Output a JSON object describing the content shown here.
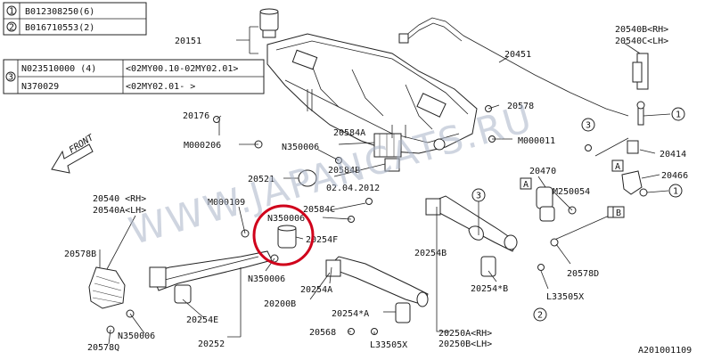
{
  "legend": {
    "rows": [
      {
        "num": "1",
        "text": "B012308250(6)"
      },
      {
        "num": "2",
        "text": "B016710553(2)"
      }
    ],
    "row3": {
      "num": "3",
      "line1_part": "N023510000 (4)",
      "line1_range": "<02MY00.10-02MY02.01>",
      "line2_part": "N370029",
      "line2_range": "<02MY02.01-     >"
    }
  },
  "labels": {
    "p20151": "20151",
    "p20176": "20176",
    "m000206": "M000206",
    "n350006_top": "N350006",
    "p20584a": "20584A",
    "p20584b": "20584B",
    "p20521": "20521",
    "p20584c": "20584C",
    "n350006_mid": "N350006",
    "p20254f": "20254F",
    "m000109": "M000109",
    "p20540": "20540 <RH>",
    "p20540a": "20540A<LH>",
    "p20578b": "20578B",
    "n350006_low": "N350006",
    "p20254a": "20254A",
    "p20200b": "20200B",
    "p20254e": "20254E",
    "n350006_bot": "N350006",
    "p20578q": "20578Q",
    "p20252": "20252",
    "p20254star_a": "20254*A",
    "p20568": "20568",
    "l33505x_bot": "L33505X",
    "p20250a": "20250A<RH>",
    "p20250b": "20250B<LH>",
    "p20254b": "20254B",
    "p20254star_b": "20254*B",
    "l33505x_right": "L33505X",
    "p20578d": "20578D",
    "m250054": "M250054",
    "p20470": "20470",
    "p20451": "20451",
    "p20578": "20578",
    "m000011": "M000011",
    "p20540b": "20540B<RH>",
    "p20540c": "20540C<LH>",
    "p20414": "20414",
    "p20466": "20466",
    "front": "FRONT",
    "ref_a1": "A",
    "ref_a2": "A",
    "ref_b": "B",
    "c1": "1",
    "c2": "1",
    "c3": "1",
    "c4": "2",
    "c5": "3",
    "c6": "3",
    "stamp": "02.04.2012"
  },
  "watermark": "WWW.JAPANCATS.RU",
  "figure_code": "A201001109",
  "colors": {
    "highlight": "#d0021b",
    "watermark": "#a9b4c8",
    "ink": "#222222"
  }
}
